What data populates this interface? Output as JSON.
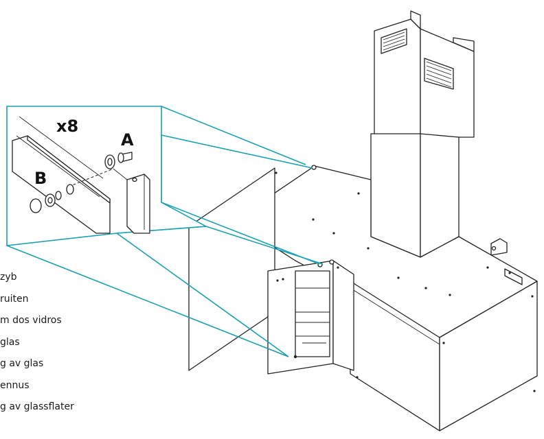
{
  "callout": {
    "count": "x8",
    "part_a": "A",
    "part_b": "B"
  },
  "captions": [
    "zyb",
    "ruiten",
    "m dos vidros",
    "glas",
    "g av glas",
    "ennus",
    "g av glassflater"
  ],
  "colors": {
    "callout_line": "#1aa0b0",
    "drawing": "#222222"
  }
}
